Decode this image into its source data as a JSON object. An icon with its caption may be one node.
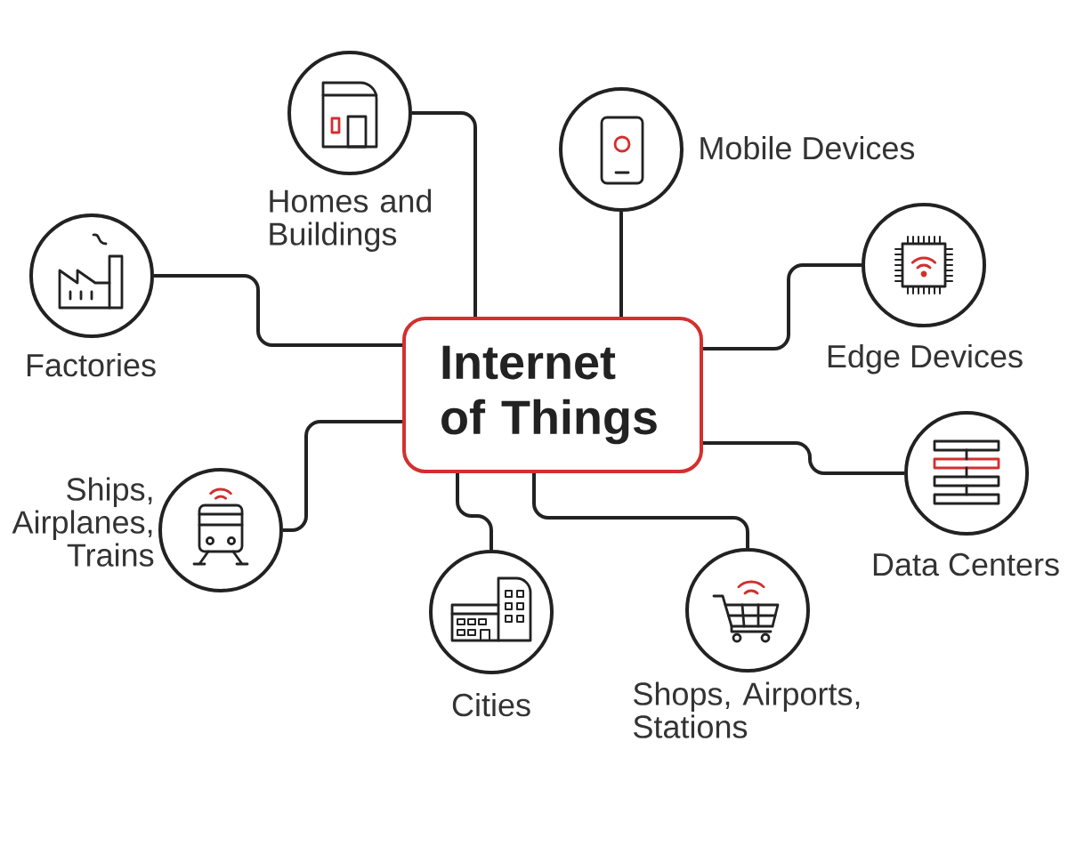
{
  "diagram": {
    "nodes": [
      {
        "text": [
          "Internet of Things"
        ]
      },
      {
        "text": [
          "Homes and Buildings"
        ]
      },
      {
        "text": [
          "Mobile Devices"
        ]
      },
      {
        "text": [
          "Factories"
        ]
      },
      {
        "text": [
          "Edge Devices"
        ]
      },
      {
        "text": [
          "Ships, Airplanes, Trains"
        ]
      },
      {
        "text": [
          "Data Centers"
        ]
      },
      {
        "text": [
          "Cities"
        ]
      },
      {
        "text": [
          "Shops, Airports, Stations"
        ]
      }
    ],
    "edges": [
      {
        "from": 0,
        "to": 1,
        "arrow": "none"
      },
      {
        "from": 0,
        "to": 2,
        "arrow": "none"
      },
      {
        "from": 0,
        "to": 3,
        "arrow": "none"
      },
      {
        "from": 0,
        "to": 4,
        "arrow": "none"
      },
      {
        "from": 0,
        "to": 5,
        "arrow": "none"
      },
      {
        "from": 0,
        "to": 6,
        "arrow": "none"
      },
      {
        "from": 0,
        "to": 7,
        "arrow": "none"
      },
      {
        "from": 0,
        "to": 8,
        "arrow": "none"
      }
    ]
  }
}
